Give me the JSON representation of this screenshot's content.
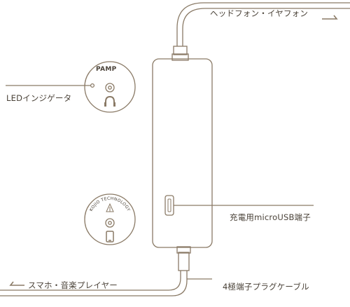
{
  "labels": {
    "headphone_out": "ヘッドフォン・イヤフォン",
    "led_indicator": "LEDインジゲータ",
    "micro_usb": "充電用microUSB端子",
    "smartphone_in": "スマホ・音楽プレイヤー",
    "cable": "4極端子プラグケーブル"
  },
  "device_top_disc": {
    "brand": "PAMP",
    "icons": [
      "led-dot-icon",
      "audio-jack-icon",
      "headphones-icon"
    ]
  },
  "device_bottom_disc": {
    "brand": "KOJIO TECHNOLOGY",
    "icons": [
      "kojio-logo-icon",
      "audio-jack-icon",
      "smartphone-icon"
    ]
  },
  "colors": {
    "line": "#8a7a66",
    "body_fill": "#ffffff",
    "text": "#4a4238"
  }
}
